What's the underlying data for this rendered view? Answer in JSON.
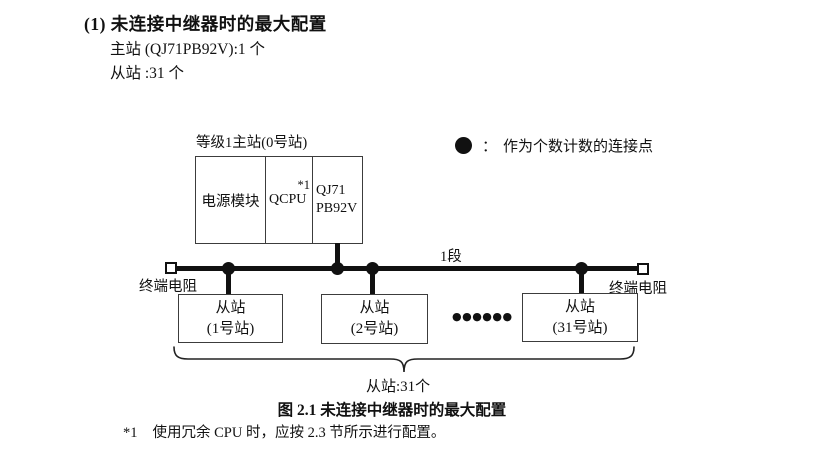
{
  "header": {
    "title": "(1) 未连接中继器时的最大配置",
    "master_line": "主站 (QJ71PB92V):1 个",
    "slave_line": "从站 :31 个"
  },
  "legend": {
    "symbol": "●",
    "separator": "：",
    "text": "作为个数计数的连接点"
  },
  "diagram": {
    "master": {
      "label": "等级1主站(0号站)",
      "cells": {
        "power": "电源模块",
        "cpu": "QCPU",
        "cpu_note": "*1",
        "pb_line1": "QJ71",
        "pb_line2": "PB92V"
      }
    },
    "bus": {
      "segment_label": "1段",
      "terminator_left": "终端电阻",
      "terminator_right": "终端电阻"
    },
    "slaves": [
      {
        "line1": "从站",
        "line2": "(1号站)"
      },
      {
        "line1": "从站",
        "line2": "(2号站)"
      },
      {
        "line1": "从站",
        "line2": "(31号站)"
      }
    ],
    "ellipsis": "●●●●●●",
    "brace_label": "从站:31个"
  },
  "caption": "图 2.1 未连接中继器时的最大配置",
  "footnote": {
    "marker": "*1",
    "text": "使用冗余 CPU 时，应按 2.3 节所示进行配置。"
  },
  "colors": {
    "ink": "#111111",
    "box_border": "#3c3c3c",
    "background": "#ffffff"
  }
}
